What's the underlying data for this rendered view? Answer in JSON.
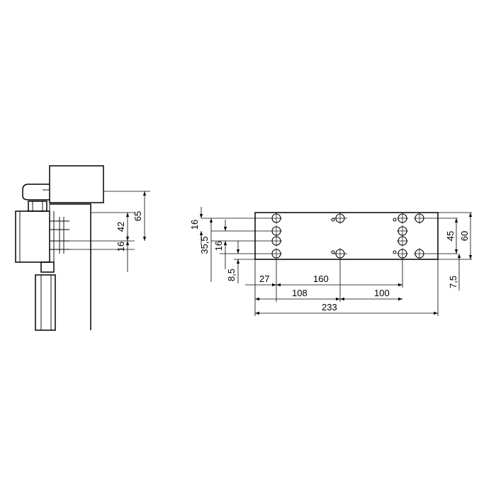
{
  "side_view": {
    "dimensions": {
      "d65": "65",
      "d42": "42",
      "d16": "16"
    }
  },
  "plate_view": {
    "dimensions": {
      "v16": "16",
      "v35_5": "35,5",
      "v16b": "16",
      "v8_5": "8,5",
      "r45": "45",
      "r60": "60",
      "r7_5": "7,5",
      "h27": "27",
      "h160": "160",
      "h108": "108",
      "h100": "100",
      "h233": "233"
    }
  }
}
